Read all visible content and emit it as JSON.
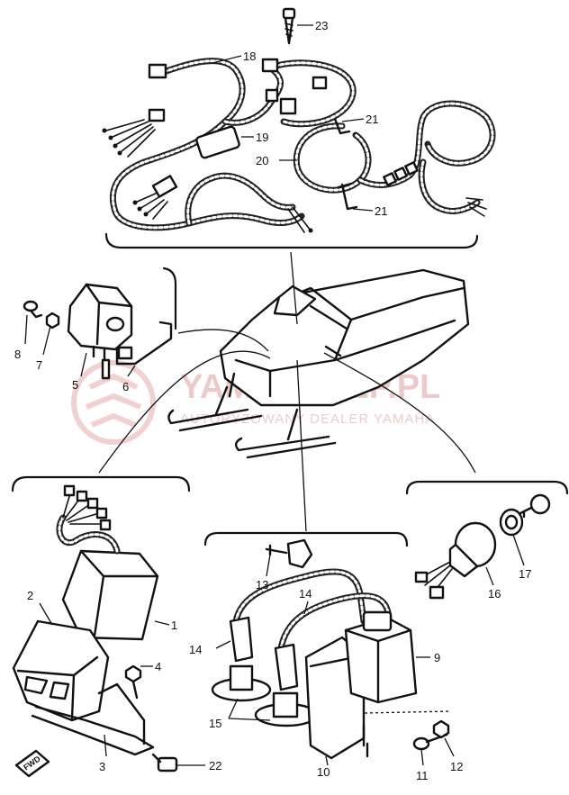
{
  "watermark": {
    "text": "YAMASKLEP.PL",
    "subtext": "AUTORYZOWANY DEALER YAMAHA"
  },
  "direction_marker": "FWD",
  "callouts": [
    {
      "id": "23",
      "label": "23"
    },
    {
      "id": "18",
      "label": "18"
    },
    {
      "id": "19",
      "label": "19"
    },
    {
      "id": "20",
      "label": "20"
    },
    {
      "id": "21a",
      "label": "21"
    },
    {
      "id": "21b",
      "label": "21"
    },
    {
      "id": "8",
      "label": "8"
    },
    {
      "id": "7",
      "label": "7"
    },
    {
      "id": "5",
      "label": "5"
    },
    {
      "id": "6",
      "label": "6"
    },
    {
      "id": "2",
      "label": "2"
    },
    {
      "id": "1",
      "label": "1"
    },
    {
      "id": "4",
      "label": "4"
    },
    {
      "id": "3",
      "label": "3"
    },
    {
      "id": "22",
      "label": "22"
    },
    {
      "id": "13",
      "label": "13"
    },
    {
      "id": "14a",
      "label": "14"
    },
    {
      "id": "14b",
      "label": "14"
    },
    {
      "id": "9",
      "label": "9"
    },
    {
      "id": "15",
      "label": "15"
    },
    {
      "id": "10",
      "label": "10"
    },
    {
      "id": "11",
      "label": "11"
    },
    {
      "id": "12",
      "label": "12"
    },
    {
      "id": "16",
      "label": "16"
    },
    {
      "id": "17",
      "label": "17"
    }
  ]
}
